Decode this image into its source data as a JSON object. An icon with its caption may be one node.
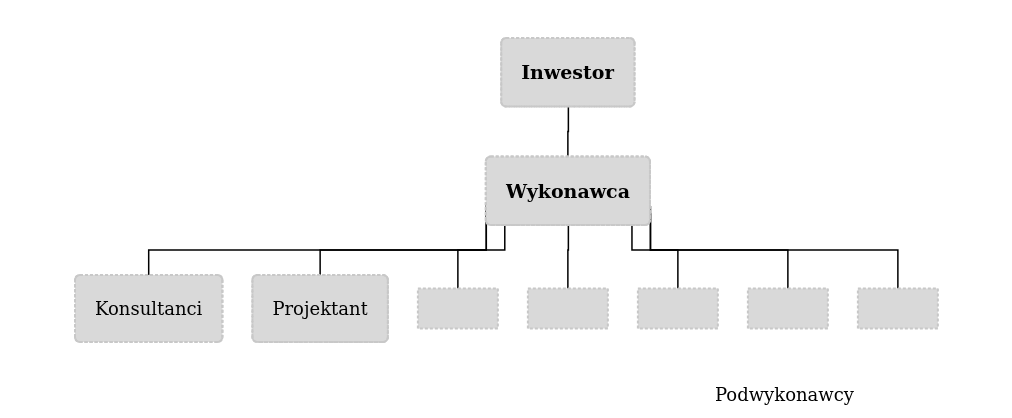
{
  "diagram": {
    "nodes": [
      {
        "text": [
          "Inwestor"
        ]
      },
      {
        "text": [
          "Wykonawca"
        ]
      },
      {
        "text": [
          "Konsultanci"
        ]
      },
      {
        "text": [
          "Projektant"
        ]
      },
      {
        "text": [],
        "shape": "box"
      },
      {
        "text": [],
        "shape": "box"
      },
      {
        "text": [],
        "shape": "box"
      },
      {
        "text": [],
        "shape": "box"
      },
      {
        "text": [],
        "shape": "box"
      }
    ],
    "edges": [
      {
        "from": 0,
        "to": 1,
        "arrow": "none"
      },
      {
        "from": 1,
        "to": 2,
        "arrow": "none"
      },
      {
        "from": 1,
        "to": 3,
        "arrow": "none"
      },
      {
        "from": 1,
        "to": 4,
        "arrow": "none"
      },
      {
        "from": 1,
        "to": 5,
        "arrow": "none"
      },
      {
        "from": 1,
        "to": 6,
        "arrow": "none"
      },
      {
        "from": 1,
        "to": 7,
        "arrow": "none"
      },
      {
        "from": 1,
        "to": 8,
        "arrow": "none"
      }
    ],
    "labels": [
      "Podwykonawcy"
    ]
  }
}
